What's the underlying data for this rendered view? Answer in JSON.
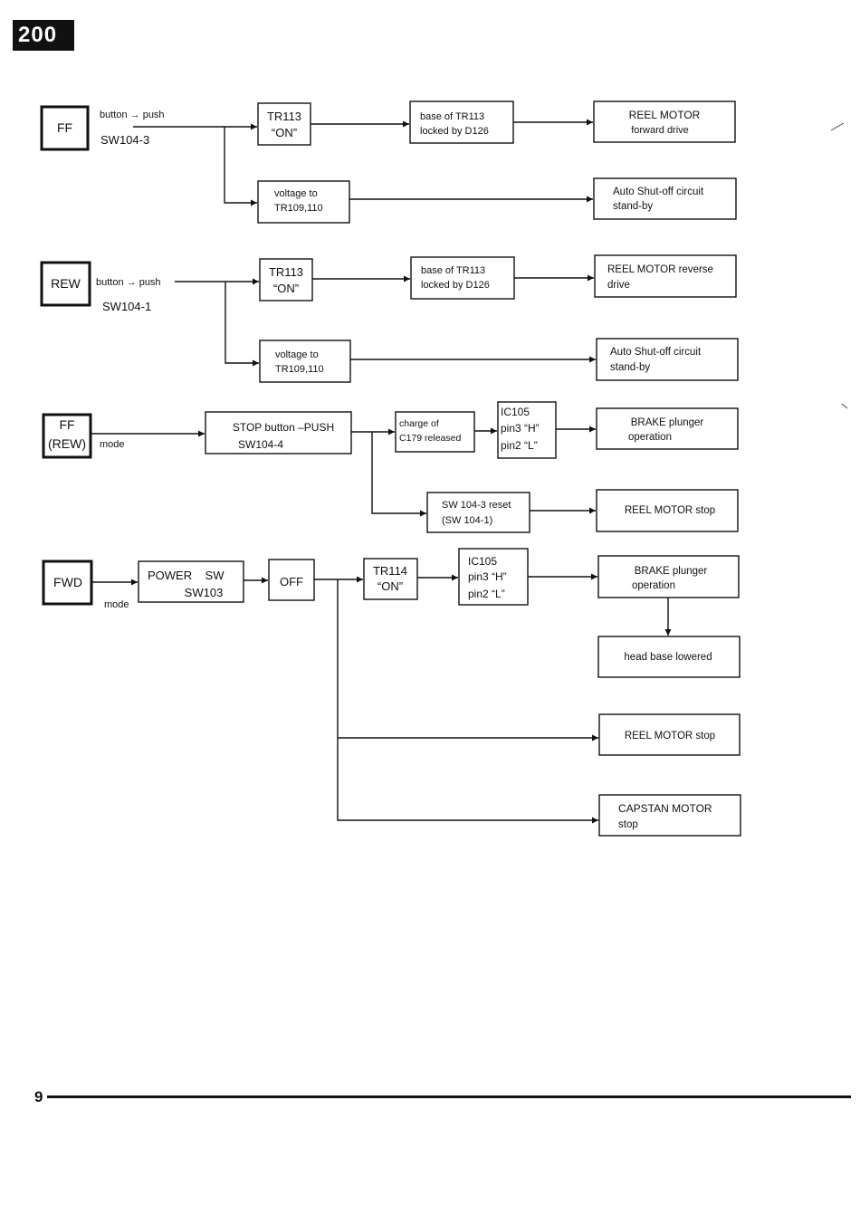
{
  "page_tab": "200",
  "page_number": "9",
  "diagram": {
    "s1": {
      "ff": "FF",
      "button_push": "button → push",
      "sw": "SW104-3",
      "tr113_1": "TR113",
      "tr113_2": "“ON”",
      "base_1": "base of TR113",
      "base_2": "locked by D126",
      "reel_1": "REEL MOTOR",
      "reel_2": "forward drive",
      "volt_1": "voltage to",
      "volt_2": "TR109,110",
      "auto_1": "Auto Shut-off circuit",
      "auto_2": "stand-by"
    },
    "s2": {
      "rew": "REW",
      "button_push": "button → push",
      "sw": "SW104-1",
      "tr113_1": "TR113",
      "tr113_2": "“ON”",
      "base_1": "base of TR113",
      "base_2": "locked by D126",
      "reel_1": "REEL MOTOR reverse",
      "reel_2": "drive",
      "volt_1": "voltage to",
      "volt_2": "TR109,110",
      "auto_1": "Auto Shut-off circuit",
      "auto_2": "stand-by"
    },
    "s3": {
      "ff_1": "FF",
      "ff_2": "(REW)",
      "mode": "mode",
      "stop_1": "STOP button –PUSH",
      "stop_2": "SW104-4",
      "charge_1": "charge of",
      "charge_2": "C179 released",
      "ic_1": "IC105",
      "ic_2": "pin3  “H”",
      "ic_3": "pin2  “L”",
      "brake_1": "BRAKE plunger",
      "brake_2": "operation",
      "reset_1": "SW 104-3 reset",
      "reset_2": "(SW 104-1)",
      "reel": "REEL MOTOR stop"
    },
    "s4": {
      "fwd": "FWD",
      "mode": "mode",
      "power_1": "POWER    SW",
      "power_2": "SW103",
      "off": "OFF",
      "tr114_1": "TR114",
      "tr114_2": "“ON”",
      "ic_1": "IC105",
      "ic_2": "pin3  “H”",
      "ic_3": "pin2  “L”",
      "brake_1": "BRAKE plunger",
      "brake_2": "operation",
      "head": "head base lowered",
      "reel": "REEL MOTOR stop",
      "capstan_1": "CAPSTAN MOTOR",
      "capstan_2": "stop"
    }
  }
}
